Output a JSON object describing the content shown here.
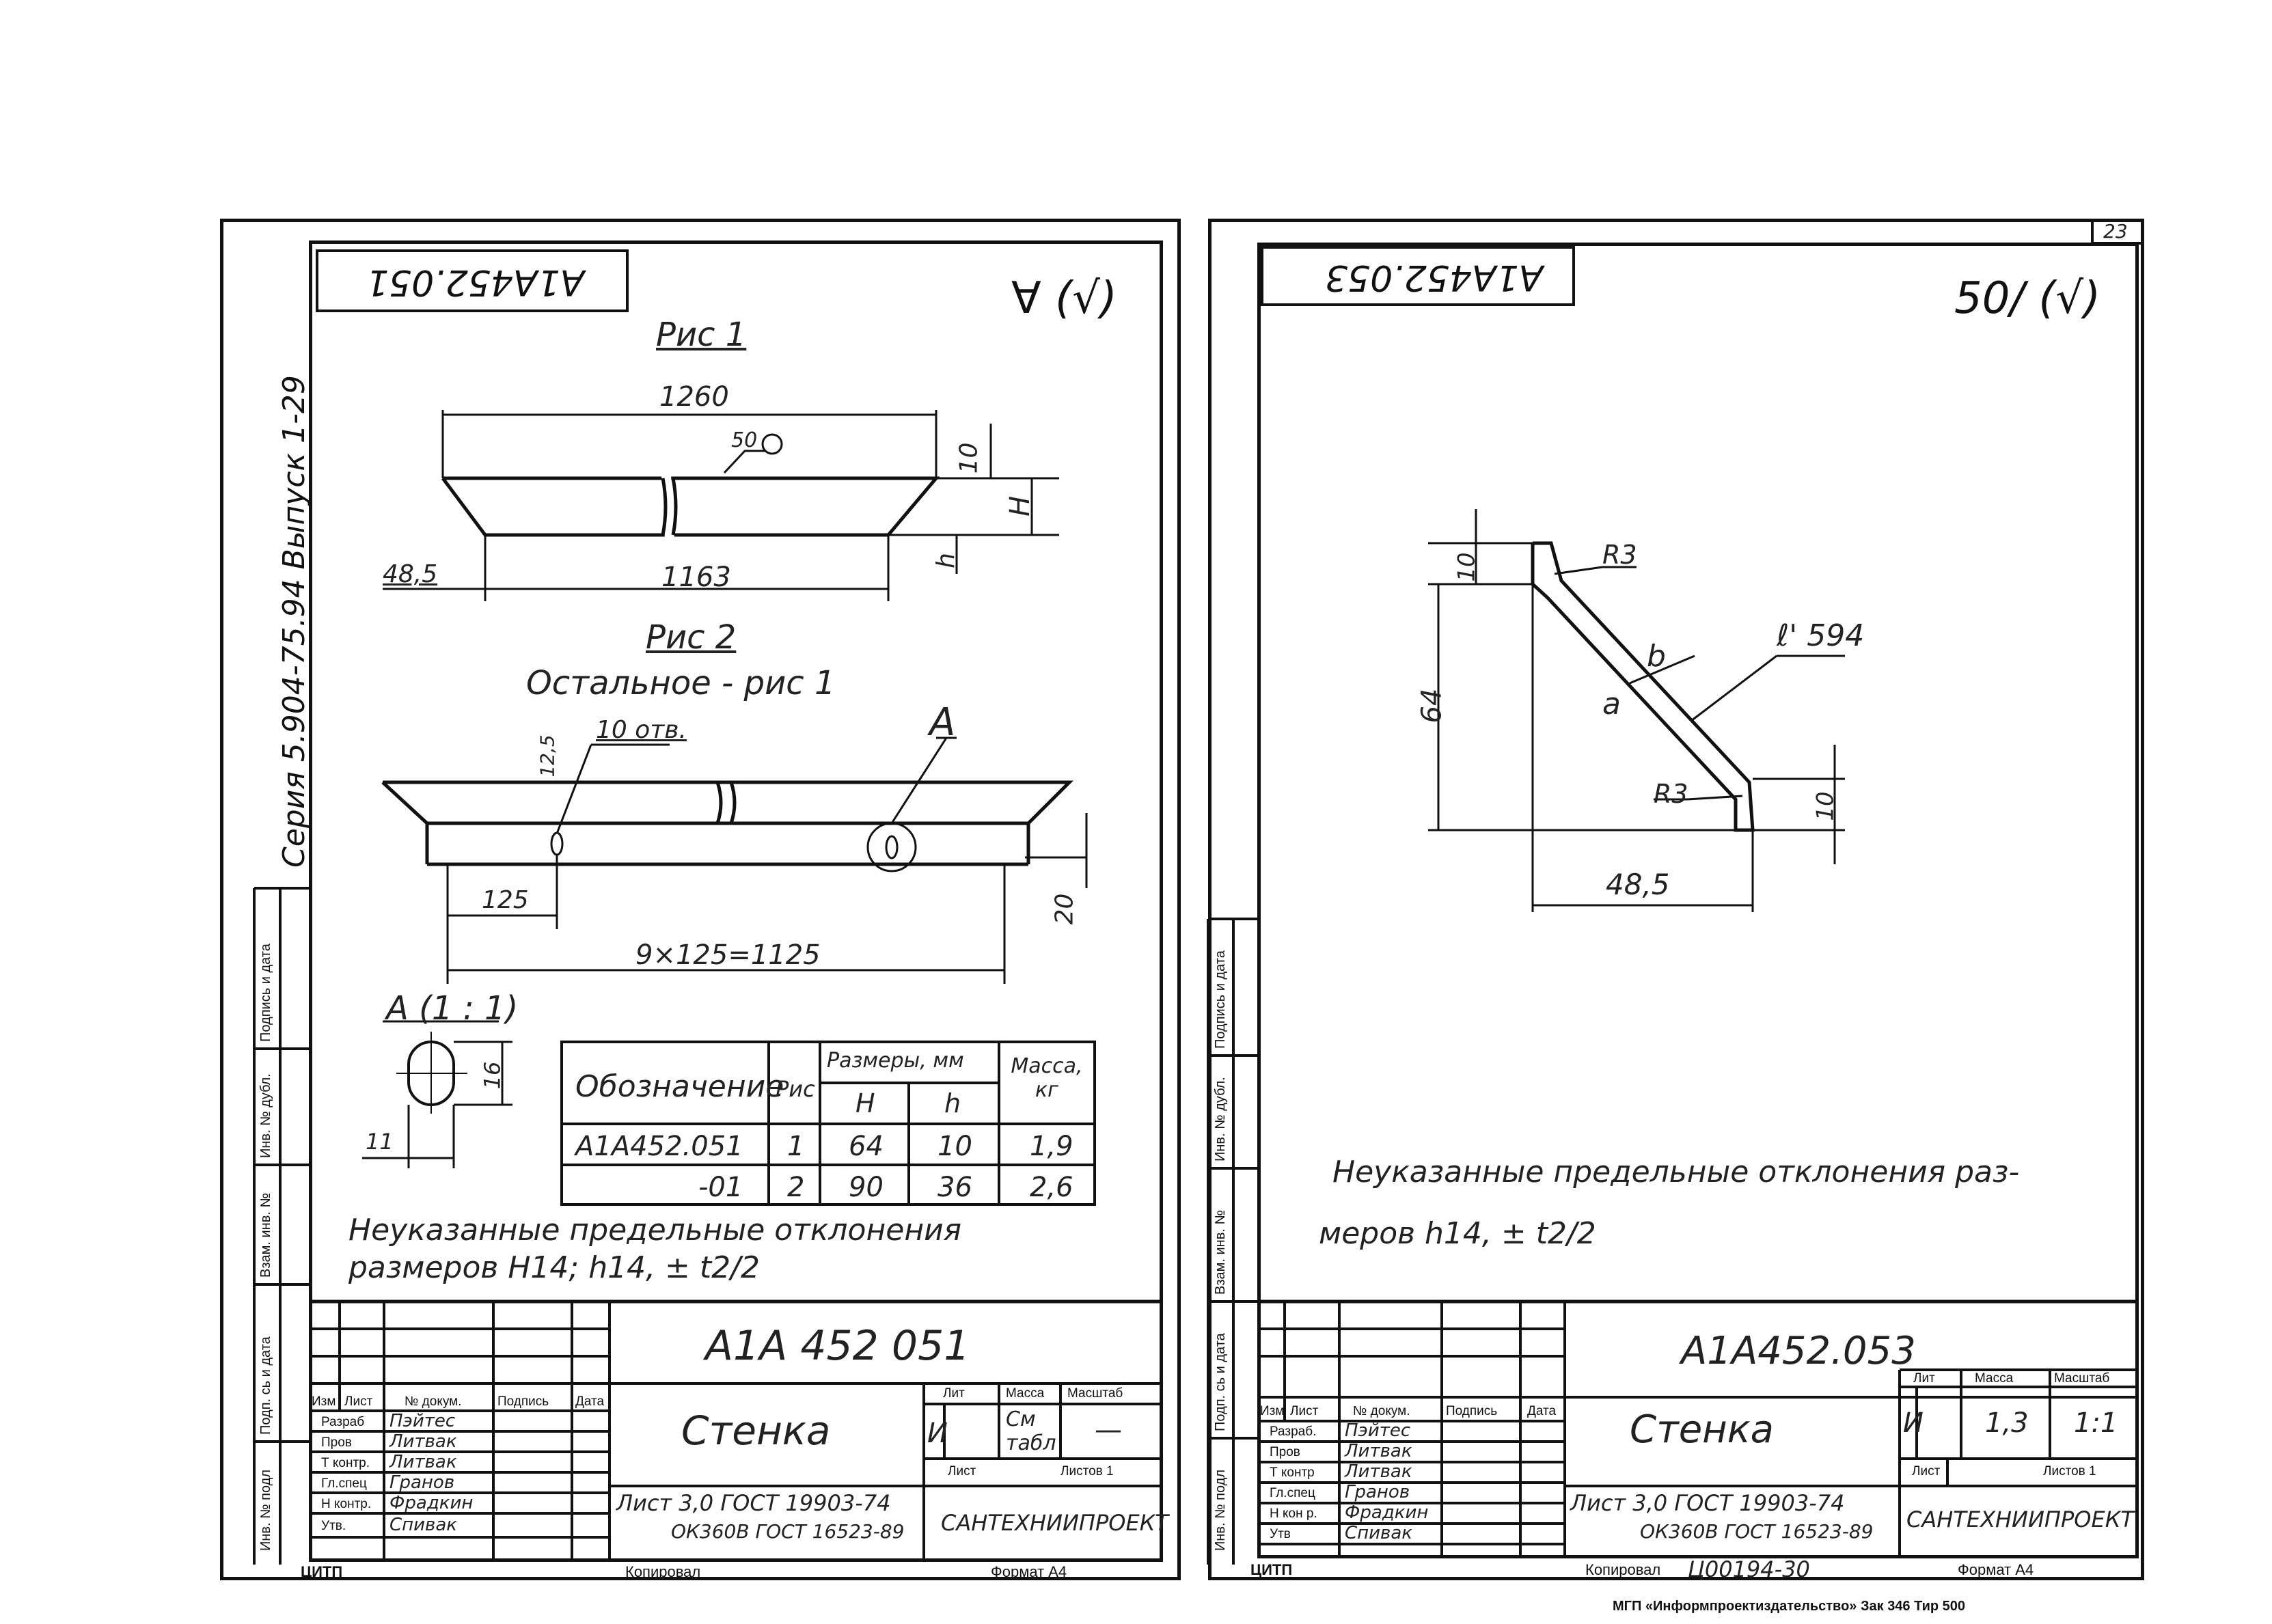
{
  "series_text": "Серия 5.904-75.94 Выпуск 1-29",
  "margin_fields": [
    "Инв. № подл",
    "Подп. сь и дата",
    "Взам. инв. №",
    "Инв. № дубл.",
    "Подпись и дата"
  ],
  "left": {
    "code_rotated": "А1А452.051",
    "roughness": "∀ (√)",
    "fig1": {
      "title": "Рис 1",
      "dim_top": "1260",
      "weld": "50",
      "dim_10": "10",
      "dim_H": "H",
      "dim_h": "h",
      "dim_485": "48,5",
      "dim_1163": "1163"
    },
    "fig2": {
      "title": "Рис 2",
      "note": "Остальное - рис 1",
      "holes": "10 отв.",
      "dim_125a": "12,5",
      "dim_125": "125",
      "dim_20": "20",
      "dim_total": "9×125=1125",
      "callout": "A"
    },
    "detail": {
      "title": "А (1 : 1)",
      "dim_16": "16",
      "dim_11": "11"
    },
    "table": {
      "h_oboz": "Обозначение",
      "h_ris": "Рис",
      "h_razm": "Размеры, мм",
      "h_H": "H",
      "h_h": "h",
      "h_massa": "Масса, кг",
      "rows": [
        {
          "oboz": "А1А452.051",
          "ris": "1",
          "H": "64",
          "h": "10",
          "m": "1,9"
        },
        {
          "oboz": "-01",
          "ris": "2",
          "H": "90",
          "h": "36",
          "m": "2,6"
        }
      ]
    },
    "note1": "Неуказанные предельные отклонения",
    "note2": "размеров  H14;  h14,  ± t2/2",
    "stamp": {
      "code": "А1А 452 051",
      "name": "Стенка",
      "hdr": [
        "Изм",
        "Лист",
        "№ докум.",
        "Подпись",
        "Дата"
      ],
      "roles": [
        "Разраб",
        "Пров",
        "Т контр.",
        "Гл.спец",
        "Н контр.",
        "Утв."
      ],
      "names": [
        "Пэйтес",
        "Литвак",
        "Литвак",
        "Гранов",
        "Фрадкин",
        "Спивак"
      ],
      "lit": "Лит",
      "mass": "Масса",
      "scale": "Масштаб",
      "lit_v": "И",
      "mass_v": "См табл",
      "scale_v": "—",
      "sheet": "Лист",
      "sheets": "Листов 1",
      "material1": "Лист 3,0 ГОСТ 19903-74",
      "material2": "ОК360В ГОСТ 16523-89",
      "org": "САНТЕХНИИПРОЕКТ"
    },
    "foot_left": "ЦИТП",
    "foot_mid": "Копировал",
    "foot_right": "Формат А4"
  },
  "right": {
    "code_rotated": "А1А452.053",
    "roughness": "50/ (√)",
    "dims": {
      "r3a": "R3",
      "r3b": "R3",
      "d10top": "10",
      "d64": "64",
      "d10bot": "10",
      "d485": "48,5",
      "l": "ℓ' 594",
      "a": "a",
      "b": "b"
    },
    "note1": "Неуказанные предельные отклонения раз-",
    "note2": "меров  h14,  ± t2/2",
    "stamp": {
      "code": "А1А452.053",
      "name": "Стенка",
      "hdr": [
        "Изм",
        "Лист",
        "№ докум.",
        "Подпись",
        "Дата"
      ],
      "roles": [
        "Разраб.",
        "Пров",
        "Т контр",
        "Гл.спец",
        "Н кон р.",
        "Утв"
      ],
      "names": [
        "Пэйтес",
        "Литвак",
        "Литвак",
        "Гранов",
        "Фрадкин",
        "Спивак"
      ],
      "lit": "Лит",
      "mass": "Масса",
      "scale": "Масштаб",
      "lit_v": "И",
      "mass_v": "1,3",
      "scale_v": "1:1",
      "sheet": "Лист",
      "sheets": "Листов 1",
      "material1": "Лист 3,0 ГОСТ 19903-74",
      "material2": "ОК360В ГОСТ 16523-89",
      "org": "САНТЕХНИИПРОЕКТ"
    },
    "foot_left": "ЦИТП",
    "foot_mid": "Копировал",
    "foot_code": "Ц00194-30",
    "foot_right": "Формат А4"
  },
  "sheet_no": "23",
  "bottom_print": "МГП «Информпроектиздательство»  Зак 346  Тир 500"
}
